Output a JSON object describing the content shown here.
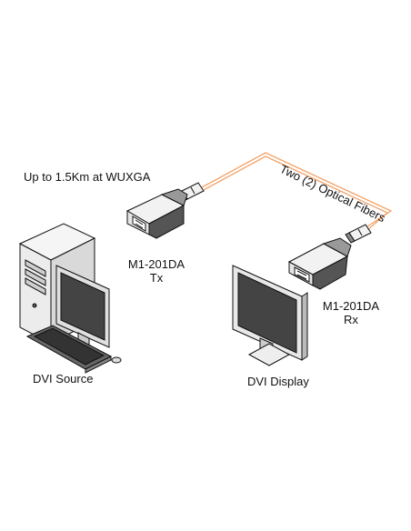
{
  "distance_note": "Up to 1.5Km at WUXGA",
  "fiber_label": "Two (2) Optical Fibers",
  "transmitter": {
    "model": "M1-201DA",
    "role": "Tx"
  },
  "receiver": {
    "model": "M1-201DA",
    "role": "Rx"
  },
  "source_label": "DVI Source",
  "display_label": "DVI Display",
  "colors": {
    "fiber": "#f4a46a",
    "line": "#111111",
    "fill_light": "#f2f2f2",
    "fill_dark": "#555555"
  }
}
